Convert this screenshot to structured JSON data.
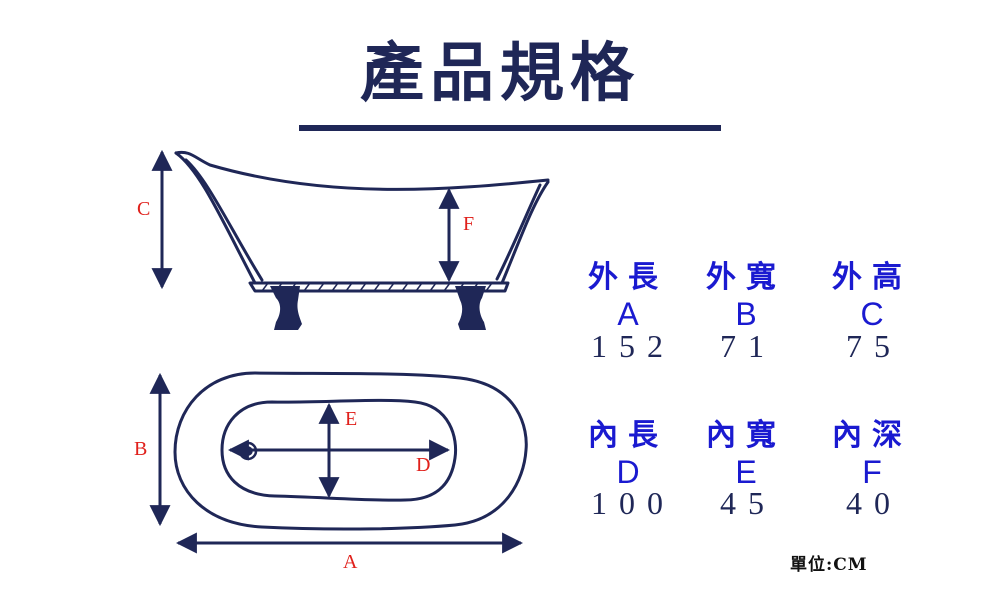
{
  "title": "產品規格",
  "colors": {
    "navy": "#1f2757",
    "label_red": "#e0201b",
    "spec_blue": "#1a1ad0"
  },
  "diagram": {
    "labels": {
      "A": "A",
      "B": "B",
      "C": "C",
      "D": "D",
      "E": "E",
      "F": "F"
    }
  },
  "specs": [
    {
      "name": "外長",
      "letter": "A",
      "value": "152"
    },
    {
      "name": "外寬",
      "letter": "B",
      "value": "71"
    },
    {
      "name": "外高",
      "letter": "C",
      "value": "75"
    },
    {
      "name": "內長",
      "letter": "D",
      "value": "100"
    },
    {
      "name": "內寬",
      "letter": "E",
      "value": "45"
    },
    {
      "name": "內深",
      "letter": "F",
      "value": "40"
    }
  ],
  "unit": "單位:CM"
}
